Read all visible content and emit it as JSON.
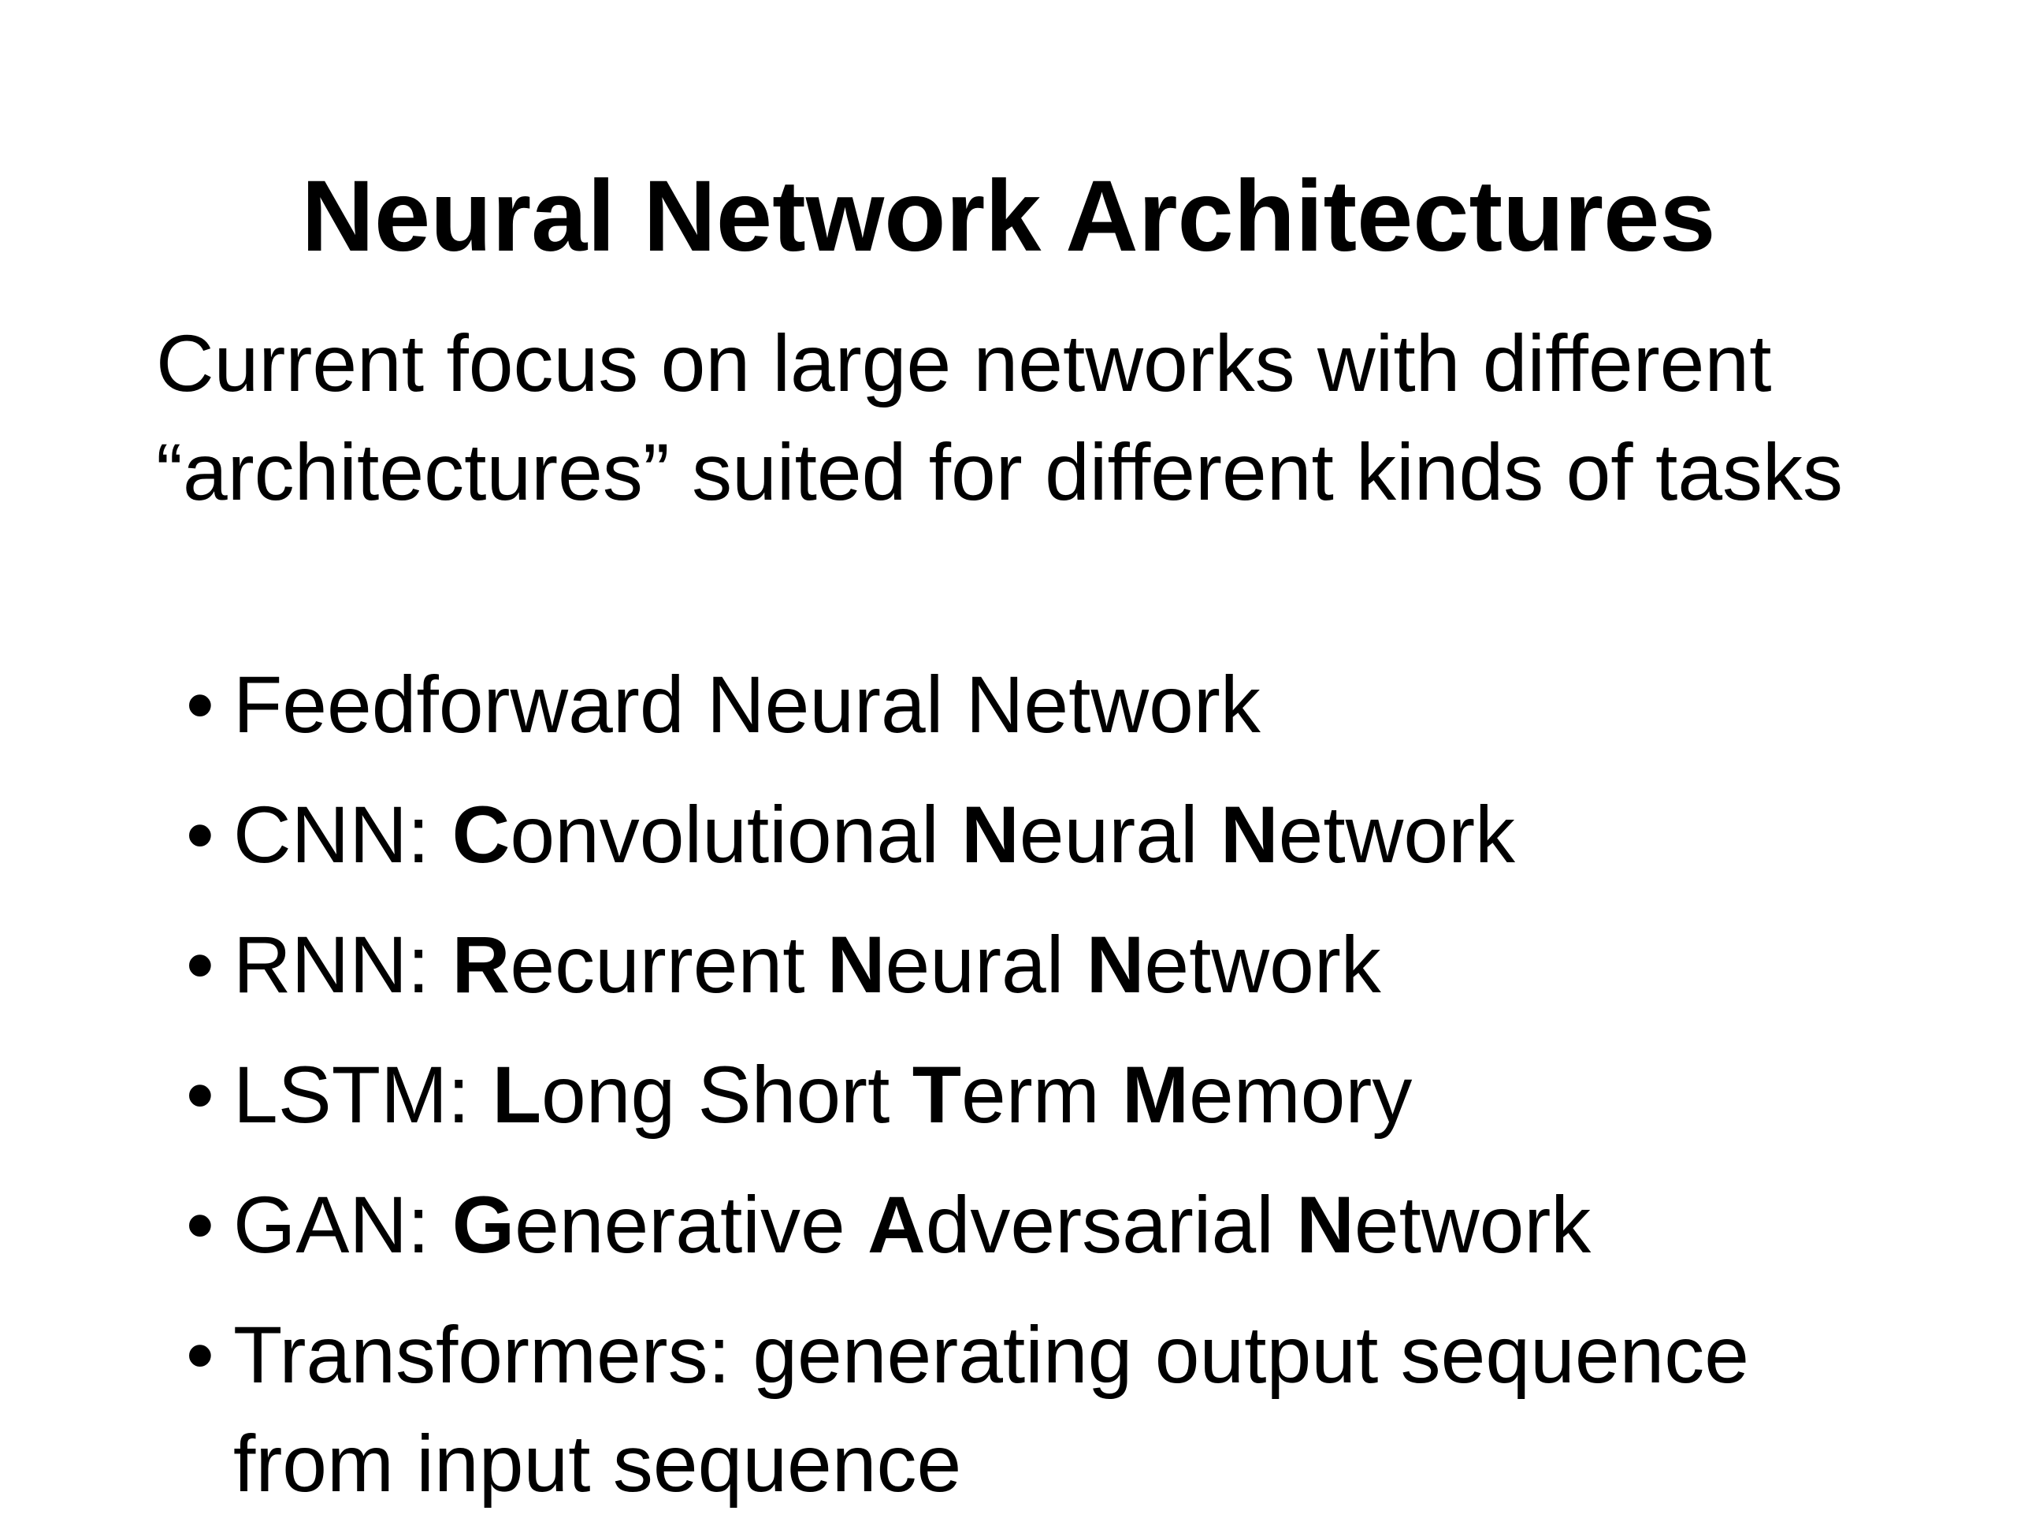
{
  "slide": {
    "title": "Neural Network Architectures",
    "intro": "Current focus on large networks with different “architectures” suited for different kinds of tasks",
    "bullet_glyph": "•",
    "bullets": [
      {
        "parts": [
          {
            "text": "Feedforward Neural Network",
            "bold": false
          }
        ]
      },
      {
        "parts": [
          {
            "text": "CNN: ",
            "bold": false
          },
          {
            "text": "C",
            "bold": true
          },
          {
            "text": "onvolutional ",
            "bold": false
          },
          {
            "text": "N",
            "bold": true
          },
          {
            "text": "eural ",
            "bold": false
          },
          {
            "text": "N",
            "bold": true
          },
          {
            "text": "etwork",
            "bold": false
          }
        ]
      },
      {
        "parts": [
          {
            "text": "RNN: ",
            "bold": false
          },
          {
            "text": "R",
            "bold": true
          },
          {
            "text": "ecurrent ",
            "bold": false
          },
          {
            "text": "N",
            "bold": true
          },
          {
            "text": "eural ",
            "bold": false
          },
          {
            "text": "N",
            "bold": true
          },
          {
            "text": "etwork",
            "bold": false
          }
        ]
      },
      {
        "parts": [
          {
            "text": "LSTM: ",
            "bold": false
          },
          {
            "text": "L",
            "bold": true
          },
          {
            "text": "ong Short ",
            "bold": false
          },
          {
            "text": "T",
            "bold": true
          },
          {
            "text": "erm ",
            "bold": false
          },
          {
            "text": "M",
            "bold": true
          },
          {
            "text": "emory",
            "bold": false
          }
        ]
      },
      {
        "parts": [
          {
            "text": "GAN: ",
            "bold": false
          },
          {
            "text": "G",
            "bold": true
          },
          {
            "text": "enerative ",
            "bold": false
          },
          {
            "text": "A",
            "bold": true
          },
          {
            "text": "dversarial ",
            "bold": false
          },
          {
            "text": "N",
            "bold": true
          },
          {
            "text": "etwork",
            "bold": false
          }
        ]
      },
      {
        "parts": [
          {
            "text": "Transformers: generating output sequence from input sequence",
            "bold": false
          }
        ]
      }
    ]
  }
}
